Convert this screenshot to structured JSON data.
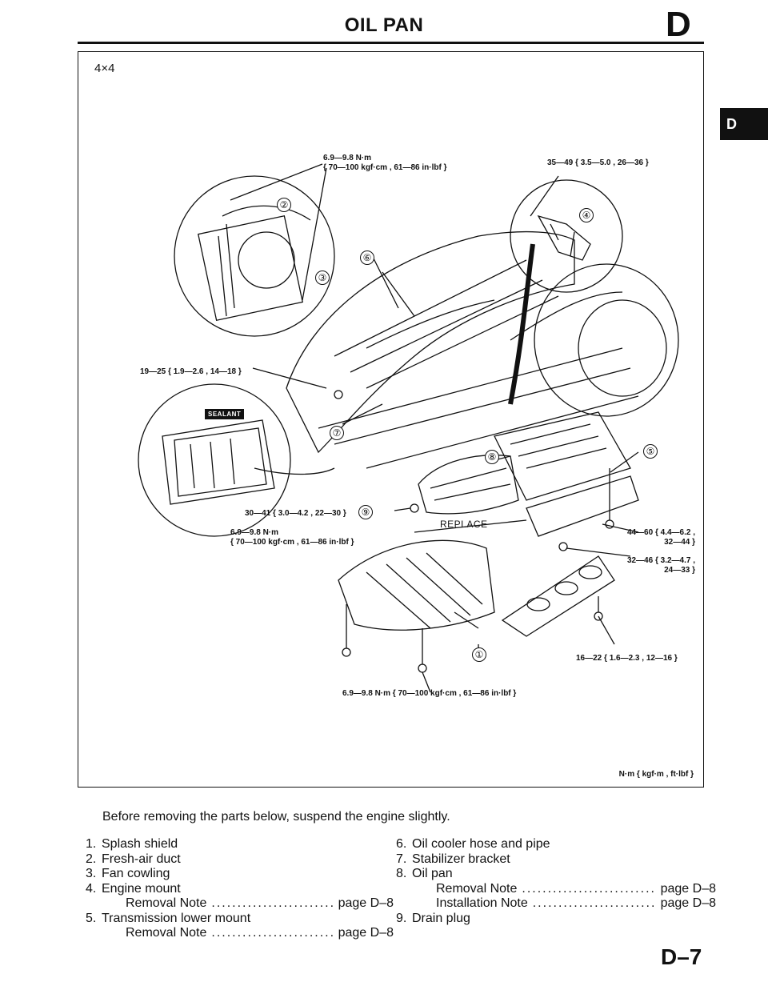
{
  "header": {
    "title": "OIL PAN",
    "section_letter": "D",
    "side_tab_letter": "D"
  },
  "figure": {
    "variant_label": "4×4",
    "units_legend": "N·m { kgf·m , ft·lbf }",
    "replace_label": "REPLACE",
    "sealant_label": "SEALANT",
    "callouts": [
      "①",
      "②",
      "③",
      "④",
      "⑤",
      "⑥",
      "⑦",
      "⑧",
      "⑨"
    ],
    "torques": {
      "t_top_line1": "6.9—9.8 N·m",
      "t_top_line2": "{ 70—100 kgf·cm , 61—86 in·lbf }",
      "t_mount": "35—49 { 3.5—5.0 , 26—36 }",
      "t_left": "19—25 { 1.9—2.6 , 14—18 }",
      "t_drain": "30—41 { 3.0—4.2 , 22—30 }",
      "t_pan_line1": "6.9—9.8 N·m",
      "t_pan_line2": "{ 70—100 kgf·cm , 61—86 in·lbf }",
      "t_r1_line1": "44—60 { 4.4—6.2 ,",
      "t_r1_line2": "32—44 }",
      "t_r2_line1": "32—46 { 3.2—4.7 ,",
      "t_r2_line2": "24—33 }",
      "t_r3": "16—22 { 1.6—2.3 , 12—16 }",
      "t_bottom": "6.9—9.8 N·m { 70—100 kgf·cm , 61—86 in·lbf }"
    }
  },
  "intro_text": "Before removing the parts below, suspend the engine slightly.",
  "parts_left": [
    {
      "num": "1.",
      "name": "Splash shield"
    },
    {
      "num": "2.",
      "name": "Fresh-air duct"
    },
    {
      "num": "3.",
      "name": "Fan cowling"
    },
    {
      "num": "4.",
      "name": "Engine mount"
    },
    {
      "sub": "Removal Note",
      "ref": "page D–8"
    },
    {
      "num": "5.",
      "name": "Transmission lower mount"
    },
    {
      "sub": "Removal Note",
      "ref": "page D–8"
    }
  ],
  "parts_right": [
    {
      "num": "6.",
      "name": "Oil cooler hose and pipe"
    },
    {
      "num": "7.",
      "name": "Stabilizer bracket"
    },
    {
      "num": "8.",
      "name": "Oil pan"
    },
    {
      "sub": "Removal Note",
      "ref": "page D–8"
    },
    {
      "sub": "Installation Note",
      "ref": "page D–8"
    },
    {
      "num": "9.",
      "name": "Drain plug"
    }
  ],
  "page_number": "D–7"
}
